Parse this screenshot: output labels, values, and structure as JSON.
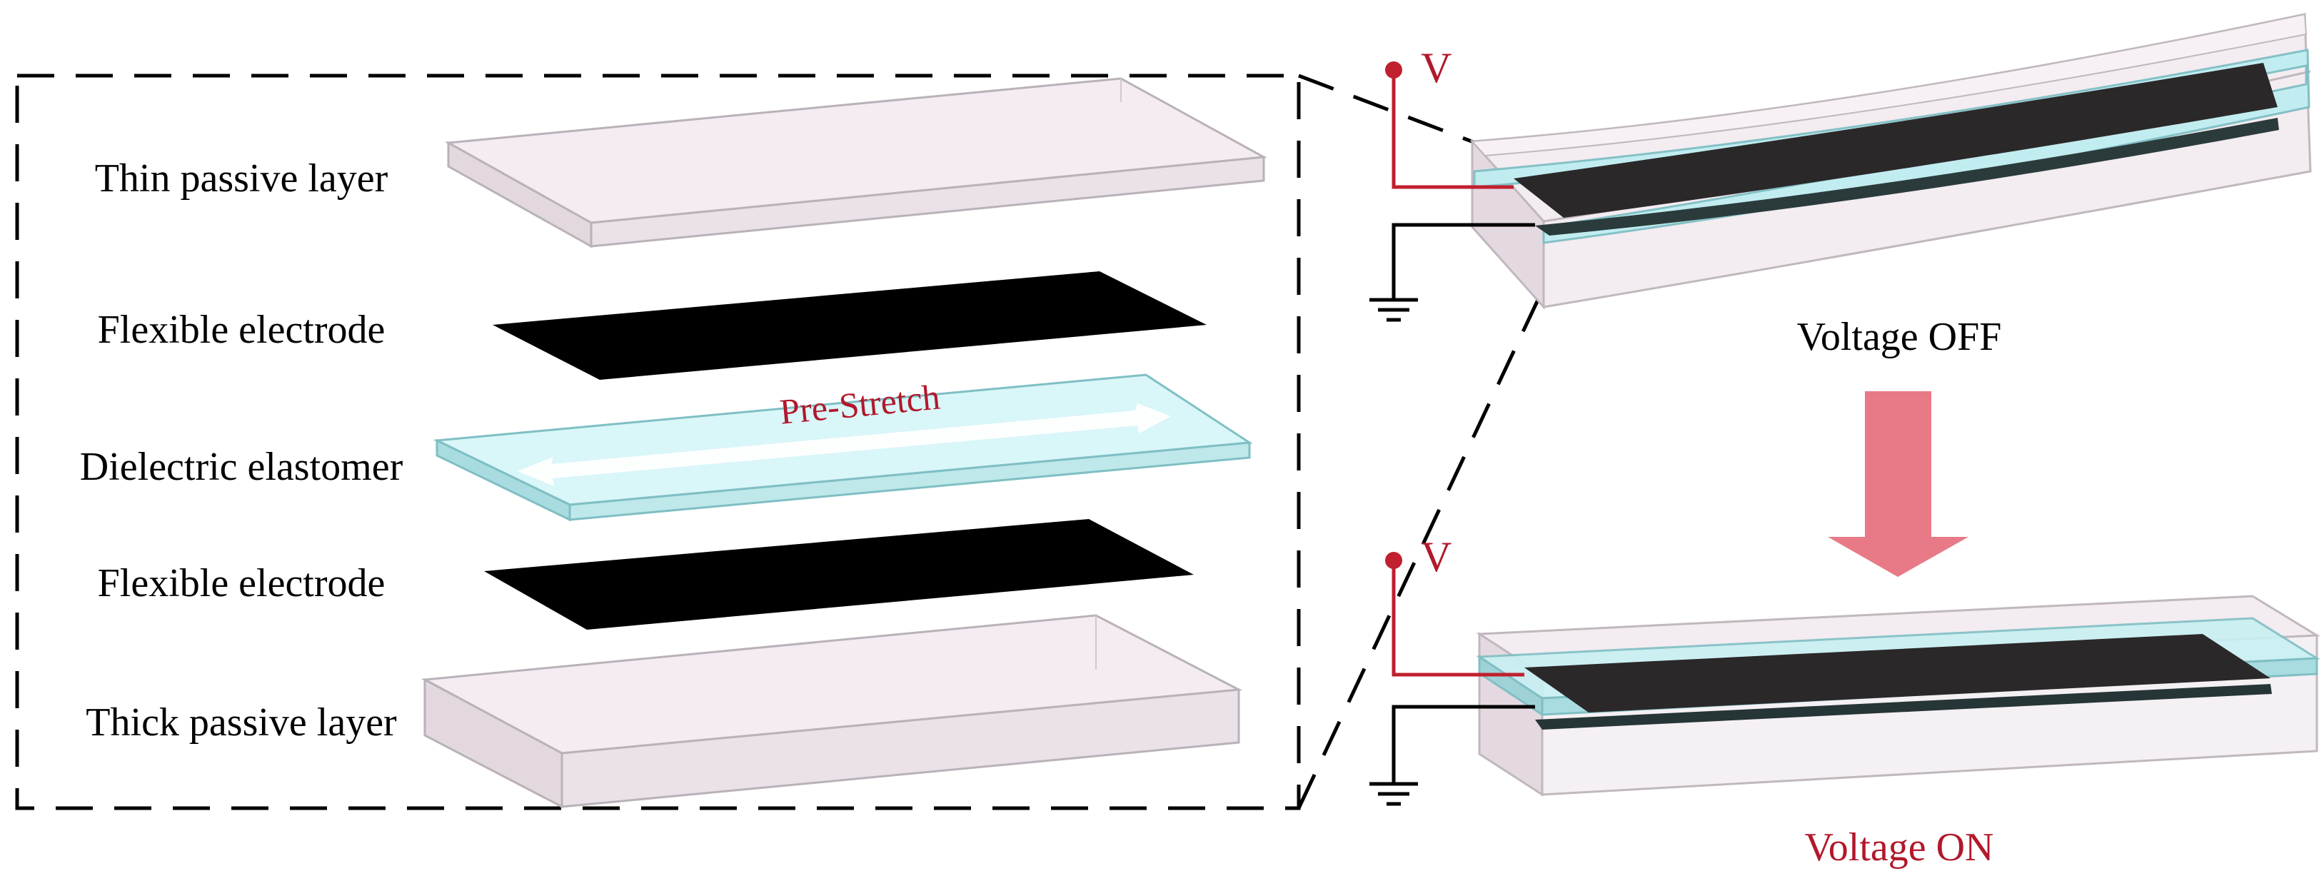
{
  "labels": {
    "thin_passive": "Thin passive layer",
    "electrode_top": "Flexible electrode",
    "dielectric": "Dielectric elastomer",
    "electrode_bottom": "Flexible electrode",
    "thick_passive": "Thick passive layer",
    "pre_stretch": "Pre-Stretch",
    "voltage_top": "V",
    "voltage_bottom": "V",
    "state_off": "Voltage OFF",
    "state_on": "Voltage ON"
  },
  "colors": {
    "passive_fill": "#f4ecf2",
    "passive_side": "#e3d8e0",
    "passive_edge": "#b9b2b8",
    "dielectric_fill": "#d9f6f8",
    "dielectric_side": "#a9dce0",
    "dielectric_edge": "#7fbfc4",
    "electrode": "#000000",
    "electrode_actuator": "#2b2829",
    "wire_voltage": "#c0202f",
    "wire_ground": "#000000",
    "label_red": "#b2182b",
    "arrow": "#e87a87"
  }
}
